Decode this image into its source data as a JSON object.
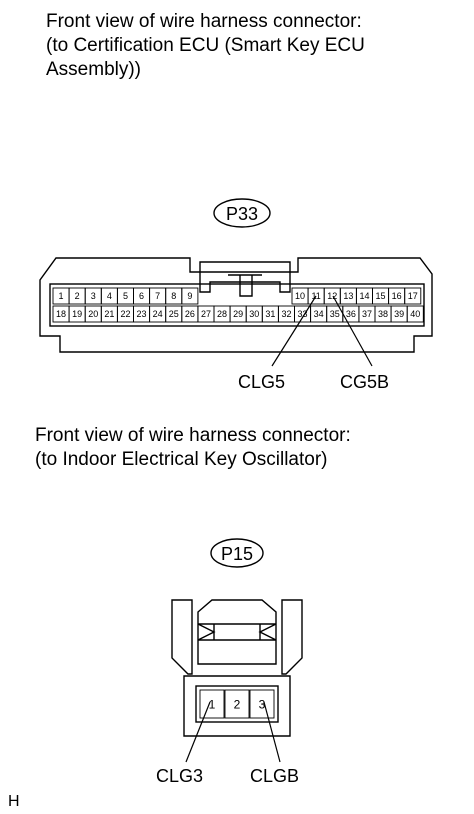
{
  "connector1": {
    "caption": [
      "Front view of wire harness connector:",
      "(to Certification ECU (Smart Key ECU",
      "Assembly))"
    ],
    "code": "P33",
    "pins_top_left": [
      "1",
      "2",
      "3",
      "4",
      "5",
      "6",
      "7",
      "8",
      "9"
    ],
    "pins_top_right": [
      "10",
      "11",
      "12",
      "13",
      "14",
      "15",
      "16",
      "17"
    ],
    "pins_bottom": [
      "18",
      "19",
      "20",
      "21",
      "22",
      "23",
      "24",
      "25",
      "26",
      "27",
      "28",
      "29",
      "30",
      "31",
      "32",
      "33",
      "34",
      "35",
      "36",
      "37",
      "38",
      "39",
      "40"
    ],
    "callouts": [
      "CLG5",
      "CG5B"
    ]
  },
  "connector2": {
    "caption": [
      "Front view of wire harness connector:",
      "(to Indoor Electrical Key Oscillator)"
    ],
    "code": "P15",
    "pins": [
      "1",
      "2",
      "3"
    ],
    "callouts": [
      "CLG3",
      "CLGB"
    ]
  },
  "footer": {
    "mark": "H"
  }
}
